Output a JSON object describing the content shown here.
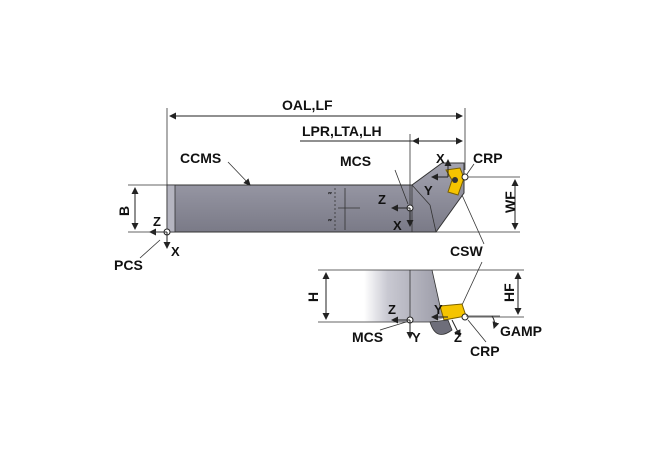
{
  "dimensions": {
    "oal_lf": "OAL,LF",
    "lpr_lta_lh": "LPR,LTA,LH",
    "wf": "WF",
    "b": "B",
    "h": "H",
    "hf": "HF"
  },
  "features": {
    "ccms": "CCMS",
    "mcs": "MCS",
    "pcs": "PCS",
    "crp": "CRP",
    "csw": "CSW",
    "gamp": "GAMP"
  },
  "axes": {
    "x": "X",
    "y": "Y",
    "z": "Z"
  },
  "colors": {
    "body": "#8c8c99",
    "body_dark": "#6e6e7a",
    "insert": "#f5c400",
    "insert_dark": "#b38f00",
    "outline": "#333333"
  }
}
